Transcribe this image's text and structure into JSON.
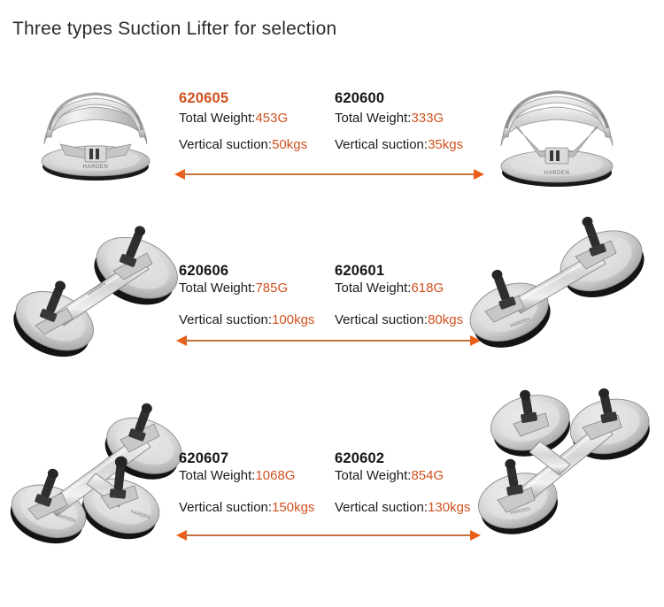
{
  "page": {
    "title": "Three types Suction Lifter for selection",
    "background_color": "#ffffff",
    "accent_color": "#d0511f",
    "arrow_shaft_color": "#c2733c",
    "arrow_head_color": "#ec5d18"
  },
  "labels": {
    "weight_label": "Total Weight:",
    "suction_label": "Vertical suction:"
  },
  "rows": [
    {
      "left": {
        "model": "620605",
        "model_color": "#d0511f",
        "weight_label": "Total Weight:",
        "weight_value": "453G",
        "suction_label": "Vertical suction:",
        "suction_value": "50kgs",
        "photo": "single-cup-suction-lifter"
      },
      "right": {
        "model": "620600",
        "model_color": "#141414",
        "weight_label": "Total Weight:",
        "weight_value": "333G",
        "suction_label": "Vertical suction:",
        "suction_value": "35kgs",
        "photo": "single-cup-suction-lifter"
      }
    },
    {
      "left": {
        "model": "620606",
        "model_color": "#141414",
        "weight_label": "Total Weight:",
        "weight_value": "785G",
        "suction_label": "Vertical suction:",
        "suction_value": "100kgs",
        "photo": "double-cup-suction-lifter"
      },
      "right": {
        "model": "620601",
        "model_color": "#141414",
        "weight_label": "Total Weight:",
        "weight_value": "618G",
        "suction_label": "Vertical suction:",
        "suction_value": "80kgs",
        "photo": "double-cup-suction-lifter"
      }
    },
    {
      "left": {
        "model": "620607",
        "model_color": "#141414",
        "weight_label": "Total Weight:",
        "weight_value": "1068G",
        "suction_label": "Vertical suction:",
        "suction_value": "150kgs",
        "photo": "triple-cup-suction-lifter"
      },
      "right": {
        "model": "620602",
        "model_color": "#141414",
        "weight_label": "Total Weight:",
        "weight_value": "854G",
        "suction_label": "Vertical suction:",
        "suction_value": "130kgs",
        "photo": "triple-cup-suction-lifter"
      }
    }
  ]
}
